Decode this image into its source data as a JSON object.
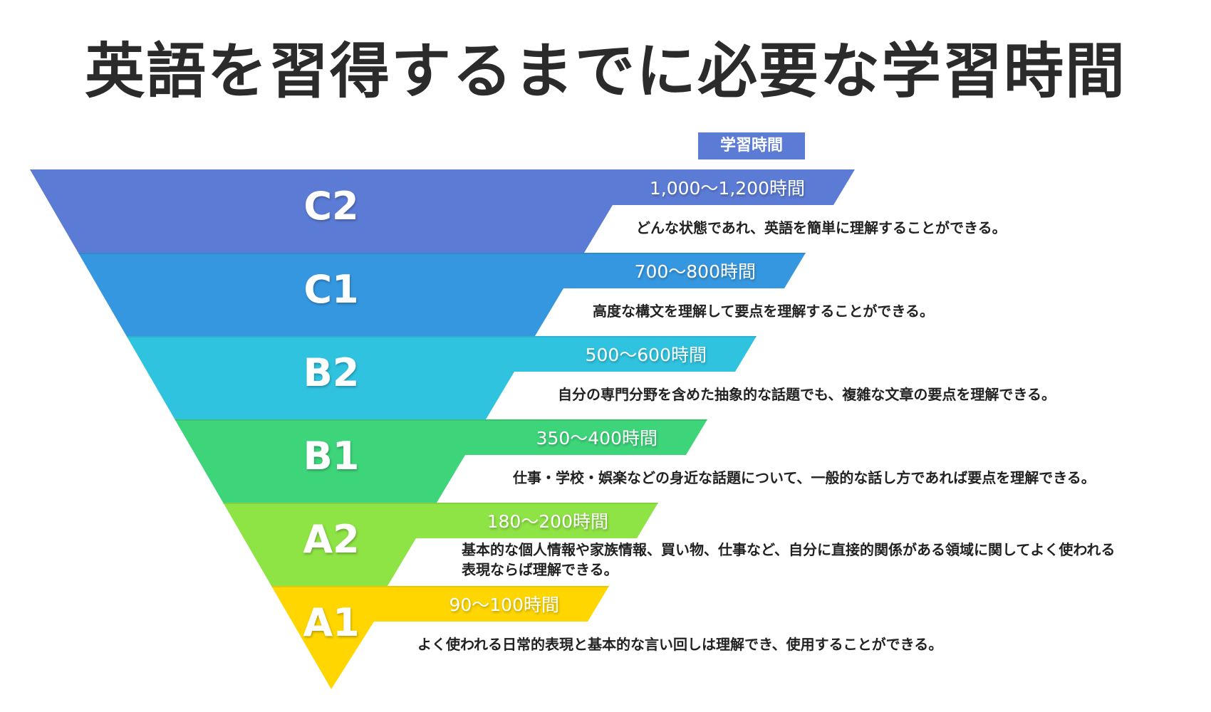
{
  "title": "英語を習得するまでに必要な学習時間",
  "header_badge": "学習時間",
  "levels": [
    {
      "level": "C2",
      "hours": "1,000〜1,200時間",
      "description": [
        "どんな状態であれ、英語を簡単に理解することができる。"
      ],
      "color": "#5b7bd5"
    },
    {
      "level": "C1",
      "hours": "700〜800時間",
      "description": [
        "高度な構文を理解して要点を理解することができる。"
      ],
      "color": "#3597df"
    },
    {
      "level": "B2",
      "hours": "500〜600時間",
      "description": [
        "自分の専門分野を含めた抽象的な話題でも、複雑な文章の要点を理解できる。"
      ],
      "color": "#2fc3e0"
    },
    {
      "level": "B1",
      "hours": "350〜400時間",
      "description": [
        "仕事・学校・娯楽などの身近な話題について、一般的な話し方であれば要点を理解できる。"
      ],
      "color": "#3dd47a"
    },
    {
      "level": "A2",
      "hours": "180〜200時間",
      "description": [
        "基本的な個人情報や家族情報、買い物、仕事など、自分に直接的関係がある領域に関してよく使われる",
        "表現ならば理解できる。"
      ],
      "color": "#8ee345"
    },
    {
      "level": "A1",
      "hours": "90〜100時間",
      "description": [
        "よく使われる日常的表現と基本的な言い回しは理解でき、使用することができる。"
      ],
      "color": "#ffd600"
    }
  ]
}
